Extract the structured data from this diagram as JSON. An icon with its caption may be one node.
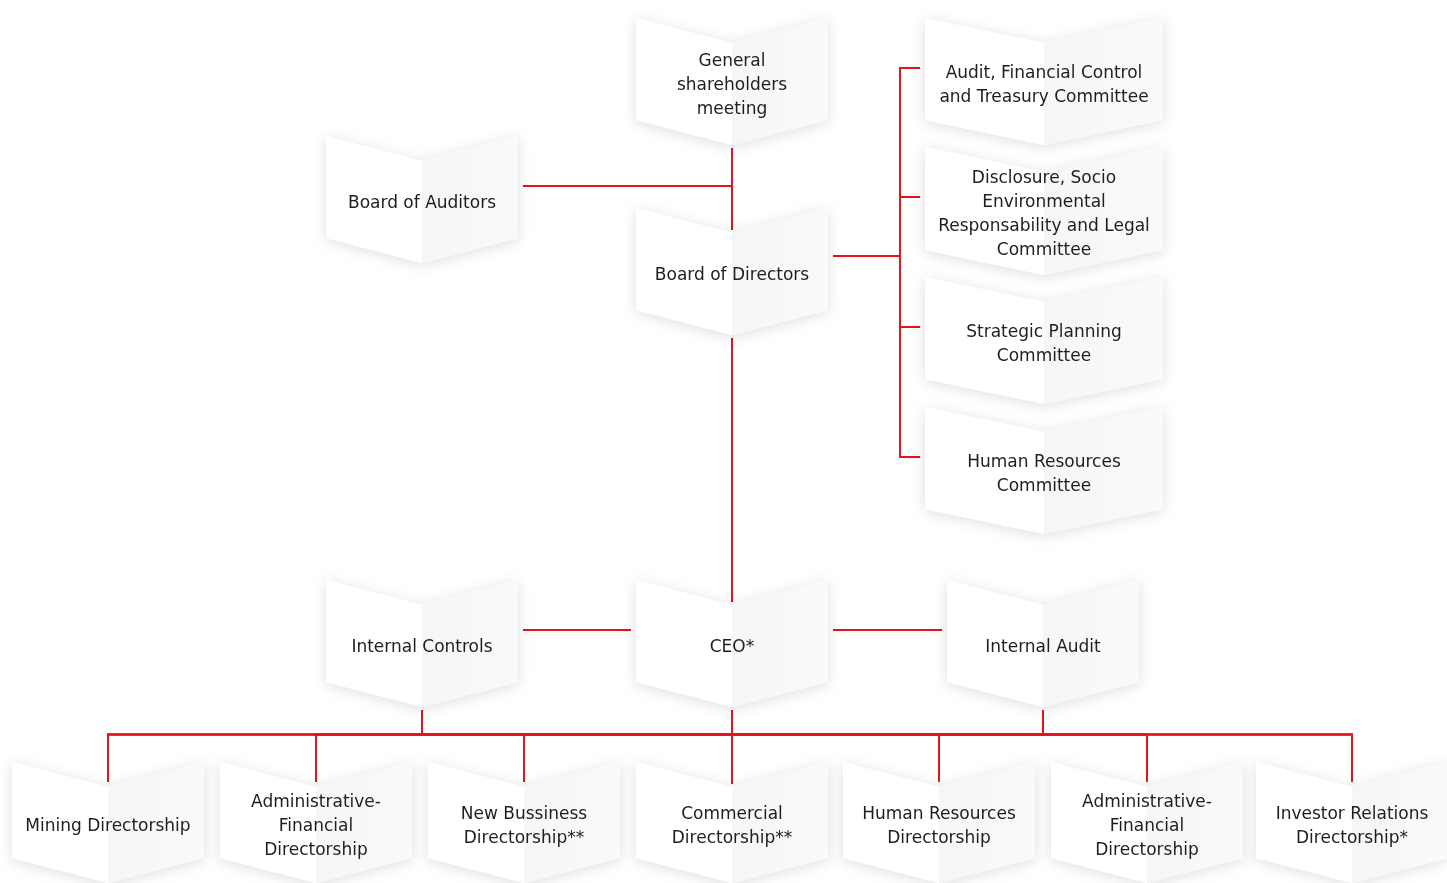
{
  "diagram": {
    "nodes": [
      {
        "text": [
          "General shareholders meeting"
        ]
      },
      {
        "text": [
          "Board of Auditors"
        ]
      },
      {
        "text": [
          "Board of Directors"
        ]
      },
      {
        "text": [
          "Audit, Financial Control and Treasury Committee"
        ]
      },
      {
        "text": [
          "Disclosure, Socio Environmental Responsability and Legal Committee"
        ]
      },
      {
        "text": [
          "Strategic Planning Committee"
        ]
      },
      {
        "text": [
          "Human Resources Committee"
        ]
      },
      {
        "text": [
          "Internal Controls"
        ]
      },
      {
        "text": [
          "CEO*"
        ]
      },
      {
        "text": [
          "Internal Audit"
        ]
      },
      {
        "text": [
          "Mining Directorship"
        ]
      },
      {
        "text": [
          "Administrative-Financial Directorship"
        ]
      },
      {
        "text": [
          "New Bussiness Directorship**"
        ]
      },
      {
        "text": [
          "Commercial Directorship**"
        ]
      },
      {
        "text": [
          "Human Resources Directorship"
        ]
      },
      {
        "text": [
          "Administrative-Financial Directorship"
        ]
      },
      {
        "text": [
          "Investor Relations Directorship*"
        ]
      }
    ],
    "edges": [
      {
        "from": 0,
        "to": 2,
        "arrow": "none"
      },
      {
        "from": 1,
        "to": 2,
        "arrow": "none"
      },
      {
        "from": 2,
        "to": 3,
        "arrow": "none"
      },
      {
        "from": 2,
        "to": 4,
        "arrow": "none"
      },
      {
        "from": 2,
        "to": 5,
        "arrow": "none"
      },
      {
        "from": 2,
        "to": 6,
        "arrow": "none"
      },
      {
        "from": 2,
        "to": 8,
        "arrow": "none"
      },
      {
        "from": 8,
        "to": 7,
        "arrow": "none"
      },
      {
        "from": 8,
        "to": 9,
        "arrow": "none"
      },
      {
        "from": 8,
        "to": 10,
        "arrow": "none"
      },
      {
        "from": 8,
        "to": 11,
        "arrow": "none"
      },
      {
        "from": 8,
        "to": 12,
        "arrow": "none"
      },
      {
        "from": 8,
        "to": 13,
        "arrow": "none"
      },
      {
        "from": 8,
        "to": 14,
        "arrow": "none"
      },
      {
        "from": 8,
        "to": 15,
        "arrow": "none"
      },
      {
        "from": 8,
        "to": 16,
        "arrow": "none"
      },
      {
        "from": 7,
        "to": 10,
        "arrow": "none"
      },
      {
        "from": 7,
        "to": 11,
        "arrow": "none"
      },
      {
        "from": 7,
        "to": 12,
        "arrow": "none"
      },
      {
        "from": 7,
        "to": 13,
        "arrow": "none"
      },
      {
        "from": 7,
        "to": 14,
        "arrow": "none"
      },
      {
        "from": 7,
        "to": 15,
        "arrow": "none"
      },
      {
        "from": 7,
        "to": 16,
        "arrow": "none"
      },
      {
        "from": 9,
        "to": 10,
        "arrow": "none"
      },
      {
        "from": 9,
        "to": 11,
        "arrow": "none"
      },
      {
        "from": 9,
        "to": 12,
        "arrow": "none"
      },
      {
        "from": 9,
        "to": 13,
        "arrow": "none"
      },
      {
        "from": 9,
        "to": 14,
        "arrow": "none"
      },
      {
        "from": 9,
        "to": 15,
        "arrow": "none"
      },
      {
        "from": 9,
        "to": 16,
        "arrow": "none"
      }
    ]
  }
}
